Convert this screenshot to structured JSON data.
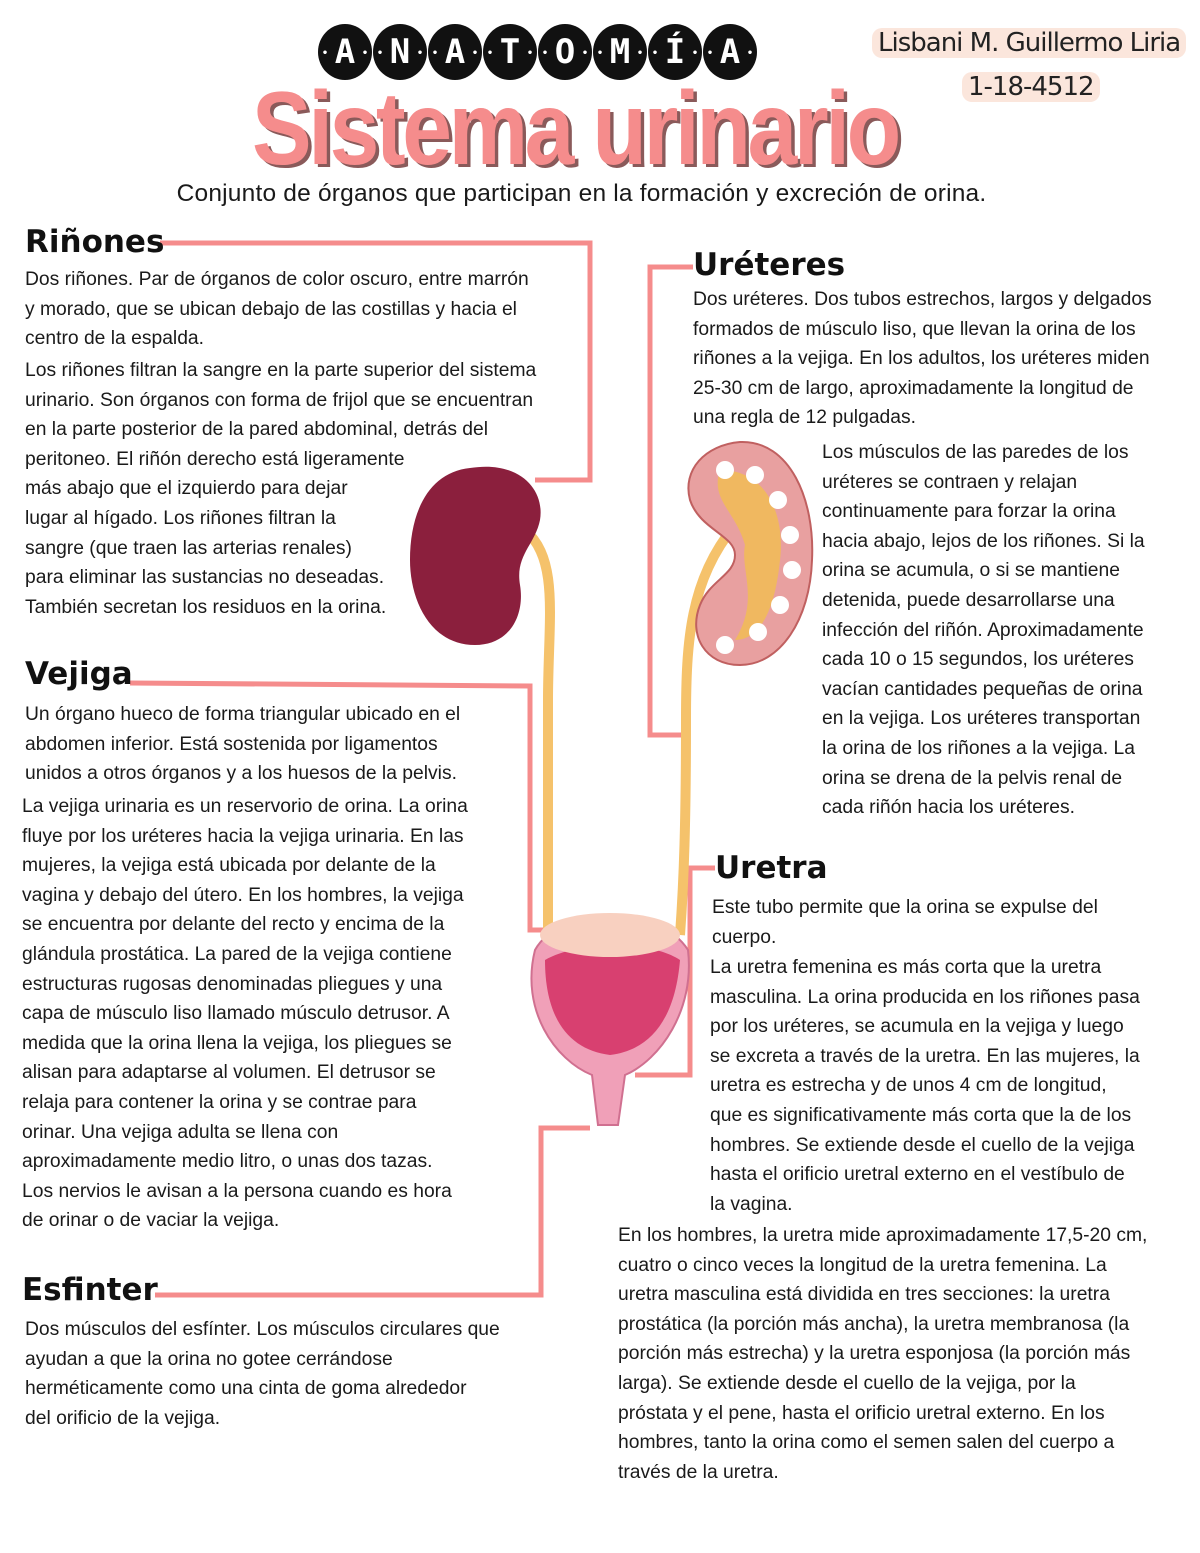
{
  "header": {
    "banner_letters": [
      "A",
      "N",
      "A",
      "T",
      "O",
      "M",
      "Í",
      "A"
    ],
    "title": "Sistema urinario",
    "author": "Lisbani M. Guillermo Liria",
    "student_id": "1-18-4512",
    "subtitle": "Conjunto de órganos que participan en la formación y excreción de orina."
  },
  "colors": {
    "accent": "#f58c8c",
    "kidney": "#8b1f3d",
    "ureter": "#f5c26b",
    "text": "#1a1a1a"
  },
  "rinones": {
    "heading": "Riñones",
    "lines1": [
      "Dos riñones. Par de órganos de color oscuro, entre marrón",
      "y morado, que se ubican debajo de las costillas y hacia el",
      "centro de la espalda."
    ],
    "lines2": [
      "Los riñones filtran la sangre en la parte superior del sistema",
      "urinario. Son órganos con forma de frijol que se encuentran",
      "en la parte posterior de la pared abdominal, detrás del",
      "peritoneo. El riñón derecho está ligeramente",
      "más abajo que el izquierdo para dejar",
      "lugar al hígado. Los riñones filtran la",
      "sangre (que traen las arterias renales)",
      "para eliminar las sustancias no deseadas.",
      "También secretan los residuos en la orina."
    ]
  },
  "ureteres": {
    "heading": "Uréteres",
    "lines1": [
      "Dos uréteres. Dos tubos estrechos, largos y delgados",
      "formados de músculo liso, que llevan la orina de los",
      "riñones a la vejiga. En los adultos, los uréteres miden",
      "25-30 cm de largo, aproximadamente la longitud de",
      "una regla de 12 pulgadas."
    ],
    "lines2": [
      "Los músculos de las paredes de los",
      "uréteres se contraen y relajan",
      "continuamente para forzar la orina",
      "hacia abajo, lejos de los riñones. Si la",
      "orina se acumula, o si se mantiene",
      "detenida, puede desarrollarse una",
      "infección del riñón. Aproximadamente",
      "cada 10 o 15 segundos, los uréteres",
      "vacían cantidades pequeñas de orina",
      "en la vejiga. Los uréteres transportan",
      "la orina de los riñones a la vejiga. La",
      "orina se drena de la pelvis renal de",
      "cada riñón hacia los uréteres."
    ]
  },
  "vejiga": {
    "heading": "Vejiga",
    "lines1": [
      "Un órgano hueco de forma triangular ubicado en el",
      "abdomen inferior. Está sostenida por ligamentos",
      "unidos a otros órganos y a los huesos de la pelvis."
    ],
    "lines2": [
      "La vejiga urinaria es un reservorio de orina. La orina",
      "fluye por los uréteres hacia la vejiga urinaria. En las",
      "mujeres, la vejiga está ubicada por delante de la",
      "vagina y debajo del útero. En los hombres, la vejiga",
      "se encuentra por delante del recto y encima de la",
      "glándula prostática. La pared de la vejiga contiene",
      "estructuras rugosas denominadas pliegues y una",
      "capa de músculo liso llamado músculo detrusor. A",
      "medida que la orina llena la vejiga, los pliegues se",
      "alisan para adaptarse al volumen. El detrusor se",
      "relaja para contener la orina y se contrae para",
      "orinar. Una vejiga adulta se llena con",
      "aproximadamente medio litro, o unas dos tazas.",
      "Los nervios le avisan a la persona cuando es hora",
      "de orinar o de vaciar la vejiga."
    ]
  },
  "uretra": {
    "heading": "Uretra",
    "lines1": [
      "Este tubo permite que la orina se expulse del",
      "cuerpo."
    ],
    "lines2": [
      "La uretra femenina es más corta que la uretra",
      "masculina. La orina producida en los riñones pasa",
      "por los uréteres, se acumula en la vejiga y luego",
      "se excreta a través de la uretra. En las mujeres, la",
      "uretra es estrecha y de unos 4 cm de longitud,",
      "que es significativamente más corta que la de los",
      "hombres. Se extiende desde el cuello de la vejiga",
      "hasta el orificio uretral externo en el vestíbulo de",
      "la vagina."
    ],
    "lines3": [
      "En los hombres, la uretra mide aproximadamente 17,5-20 cm,",
      "cuatro o cinco veces la longitud de la uretra femenina. La",
      "uretra masculina está dividida en tres secciones: la uretra",
      "prostática (la porción más ancha), la uretra membranosa (la",
      "porción más estrecha) y la uretra esponjosa (la porción más",
      "larga). Se extiende desde el cuello de la vejiga, por la",
      "próstata y el pene, hasta el orificio uretral externo. En los",
      "hombres, tanto la orina como el semen salen del cuerpo a",
      "través de la uretra."
    ]
  },
  "esfinter": {
    "heading": "Esfinter",
    "lines1": [
      "Dos músculos del esfínter. Los músculos circulares que",
      "ayudan a que la orina no gotee cerrándose",
      "herméticamente como una cinta de goma alrededor",
      "del orificio de la vejiga."
    ]
  }
}
